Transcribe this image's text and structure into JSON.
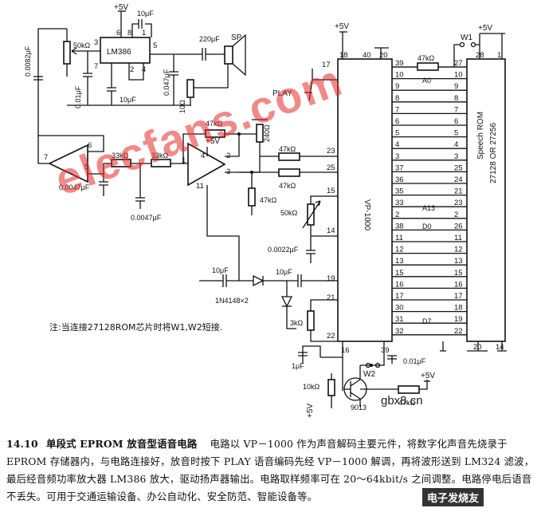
{
  "labels": {
    "v5_lm386": "+5V",
    "v5_vp": "+5V",
    "v5_lm324": "+5V",
    "v5_rom": "+5V",
    "v5_bottom": "+5V",
    "v5_tr": "+5V",
    "c_10u_top": "10μF",
    "c_220u": "220μF",
    "sp": "SP",
    "r_50k_top": "50kΩ",
    "c_0082": "0.0082μF",
    "c_001": "0.01μF",
    "c_10u_lm": "10μF",
    "c_0047_lm": "0.047μF",
    "r_10_lm": "10Ω",
    "lm386": "LM386",
    "play": "PLAY",
    "r_47k_fb": "47kΩ",
    "r_240": "240Ω",
    "r_47k_23": "47kΩ",
    "r_47k_25": "47kΩ",
    "r_47k_gnd": "47kΩ",
    "r_33k_a": "33kΩ",
    "r_33k_b": "33kΩ",
    "c_0047_a": "0.0047μF",
    "c_0047_b": "0.0047μF",
    "r_50k_pot": "50kΩ",
    "c_00022": "0.0022μF",
    "c_10u_a": "10μF",
    "c_10u_b": "10μF",
    "diodes": "1N4148×2",
    "r_3k": "3kΩ",
    "c_1u": "1μF",
    "c_001_b": "0.01μF",
    "r_10k": "10kΩ",
    "r_47k_tr": "47kΩ",
    "transistor": "9013",
    "w1": "W1",
    "w2": "W2",
    "r_47k_rom": "47kΩ",
    "vp1000": "VP-1000",
    "rom1": "Speech ROM",
    "rom2": "27128 OR 27256",
    "a0": "A0",
    "a13": "A13",
    "d0": "D0",
    "d7": "D7"
  },
  "note": "注:当连接27128ROM芯片时将W1,W2短接.",
  "caption": {
    "number": "14.10",
    "title": "单段式 EPROM 放音型语音电路",
    "body": "电路以 VP－1000 作为声音解码主要元件，将数字化声音先烧录于 EPROM 存储器内，与电路连接好，放音时按下 PLAY 语音编码先经 VP－1000 解调，再将波形送到 LM324 滤波，最后经音频功率放大器 LM386 放大，驱动扬声器输出。电路取样频率可在 20～64kbit/s 之间调整。电路停电后语音不丢失。可用于交通运输设备、办公自动化、安全防范、智能设备等。"
  },
  "watermark": "elecfans.com",
  "watermark2": "gbx8.cn",
  "logo": "电子发烧友",
  "vp_left_pins": [
    "17",
    "23",
    "25",
    "15",
    "14",
    "19",
    "21",
    "22"
  ],
  "vp_top_pins": [
    "18",
    "40",
    "20"
  ],
  "vp_bottom_pins": [
    "16",
    "39"
  ],
  "bus_vp": [
    "39",
    "10",
    "9",
    "8",
    "7",
    "6",
    "5",
    "4",
    "3",
    "37",
    "36",
    "35",
    "33",
    "2",
    "38",
    "11",
    "12",
    "13",
    "15",
    "16",
    "17",
    "30",
    "31",
    "32"
  ],
  "bus_rom": [
    "27",
    "10",
    "9",
    "8",
    "7",
    "6",
    "5",
    "4",
    "3",
    "25",
    "24",
    "21",
    "23",
    "2",
    "26",
    "11",
    "12",
    "13",
    "15",
    "16",
    "17",
    "18",
    "19",
    "22"
  ],
  "rom_top_pins": [
    "28",
    "1"
  ],
  "rom_bottom_pins": [
    "20",
    "14"
  ],
  "lm386_pins": [
    "6",
    "8",
    "1",
    "5",
    "7",
    "2",
    "4",
    "3"
  ],
  "lm324_pins": [
    "2",
    "3",
    "1",
    "4",
    "11"
  ],
  "filter_pins": [
    "7",
    "6",
    "5"
  ]
}
